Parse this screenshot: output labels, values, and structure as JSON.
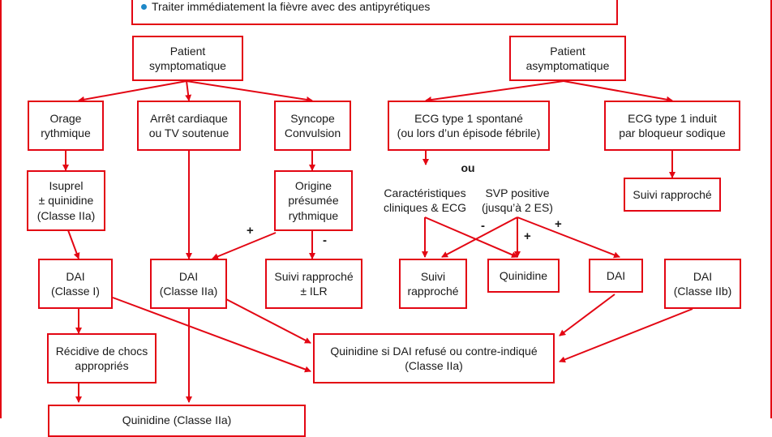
{
  "colors": {
    "accent": "#e30613",
    "bullet": "#1e88c8"
  },
  "top_box": {
    "bullet_text": "Traiter immédiatement la fièvre avec des antipyrétiques"
  },
  "patients": {
    "symptomatic": "Patient\nsymptomatique",
    "asymptomatic": "Patient\nasymptomatique"
  },
  "symptomatic": {
    "orage": "Orage\nrythmique",
    "arret": "Arrêt cardiaque\nou TV soutenue",
    "syncope": "Syncope\nConvulsion",
    "isuprel": "Isuprel\n± quinidine\n(Classe IIa)",
    "origine": "Origine\nprésumée\nrythmique",
    "dai_class1": "DAI\n(Classe I)",
    "dai_class2a": "DAI\n(Classe IIa)",
    "suivi_ilr": "Suivi rapproché\n± ILR",
    "recidive": "Récidive de chocs\nappropriés",
    "bottom_partial": "Quinidine (Classe IIa)"
  },
  "asymptomatic": {
    "ecg_spontane": "ECG type 1 spontané\n(ou lors d’un épisode fébrile)",
    "ecg_induit": "ECG type 1 induit\npar bloqueur sodique",
    "ou": "ou",
    "caracteristiques": "Caractéristiques\ncliniques & ECG",
    "svp": "SVP positive\n(jusqu’à 2 ES)",
    "suivi_rapproche_right": "Suivi rapproché",
    "suivi_rapproche_left": "Suivi\nrapproché",
    "quinidine": "Quinidine",
    "dai": "DAI",
    "dai_class2b": "DAI\n(Classe IIb)"
  },
  "quinidine_box": "Quinidine si DAI refusé ou contre-indiqué\n(Classe IIa)",
  "signs": {
    "plus": "+",
    "minus": "-"
  }
}
